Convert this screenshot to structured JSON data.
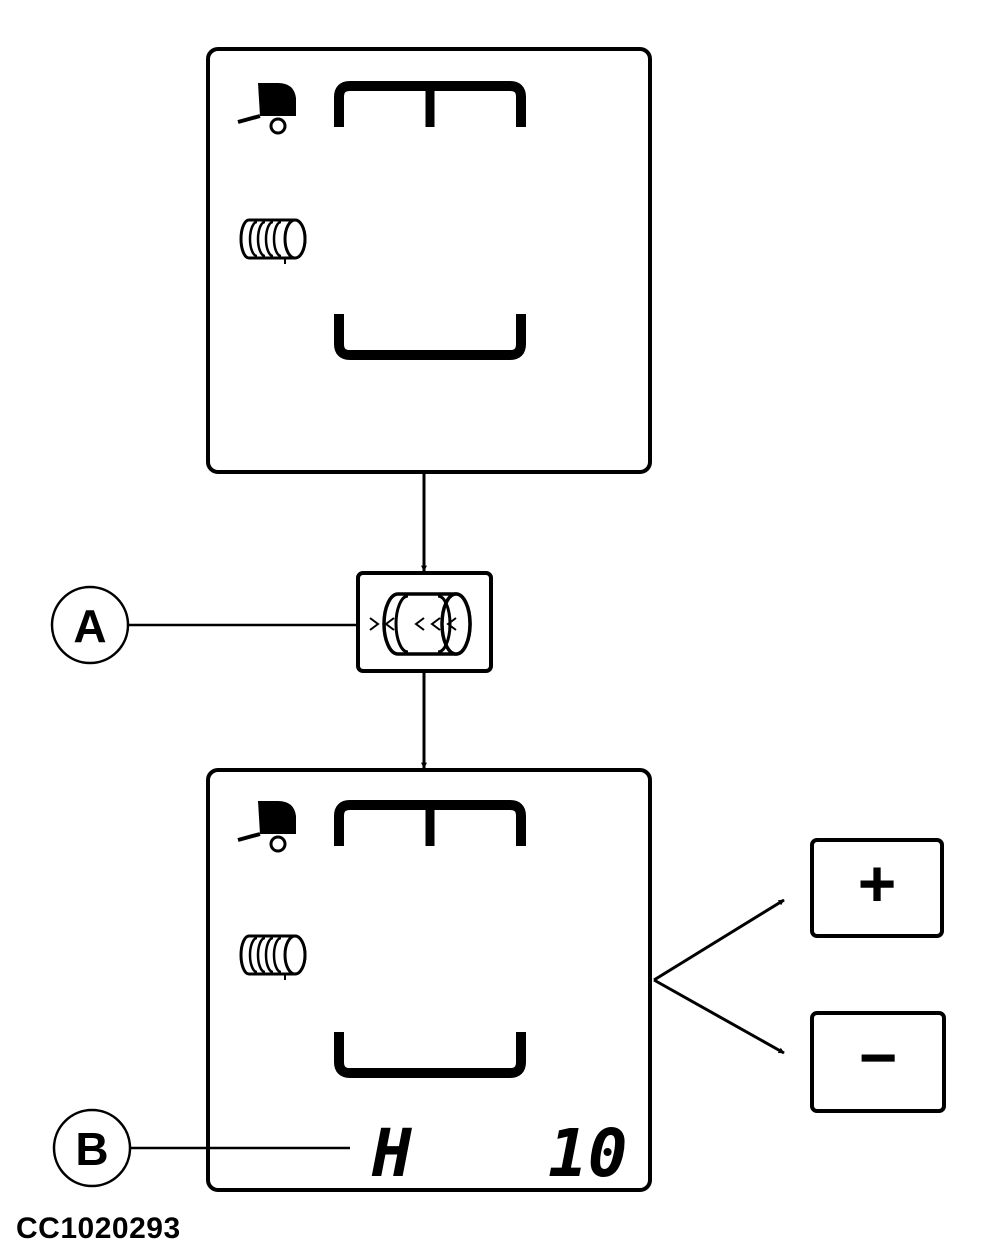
{
  "callouts": {
    "a": "A",
    "b": "B"
  },
  "lower_display": {
    "readout_left": "H",
    "readout_right": "10"
  },
  "buttons": {
    "plus": "+",
    "minus": "−"
  },
  "figure_code": "CC1020293",
  "icons": {
    "baler": "baler-icon",
    "bale": "bale-icon",
    "bale_wrap": "bale-wrap-icon"
  },
  "colors": {
    "ink": "#000000",
    "background": "#ffffff"
  }
}
